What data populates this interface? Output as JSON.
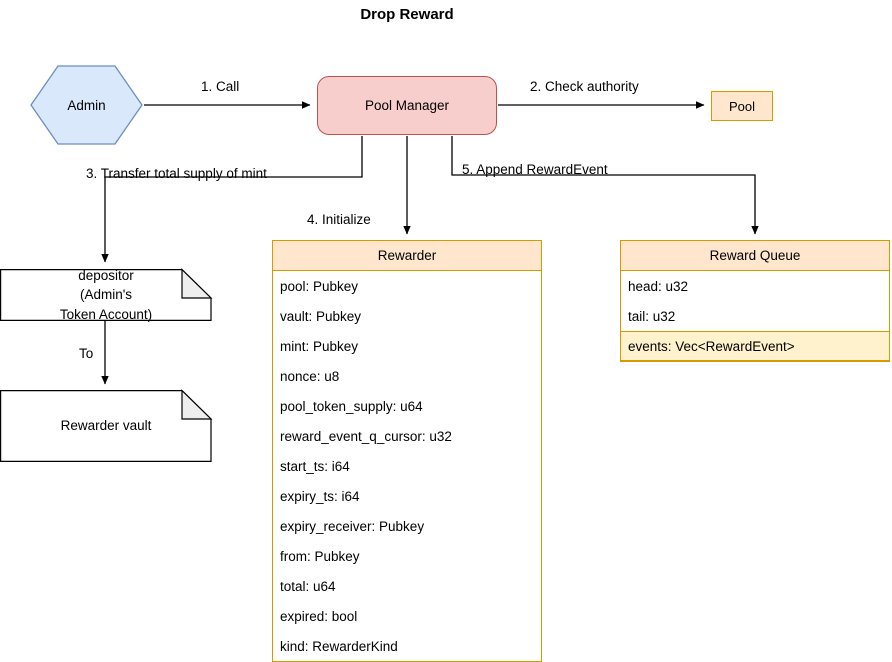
{
  "title": "Drop Reward",
  "nodes": {
    "admin": {
      "label": "Admin"
    },
    "pool_manager": {
      "label": "Pool Manager"
    },
    "pool": {
      "label": "Pool"
    },
    "depositor": {
      "line1": "depositor",
      "line2": "(Admin's",
      "line3": "Token Account)"
    },
    "rewarder_vault": {
      "label": "Rewarder vault"
    }
  },
  "edges": {
    "e1": {
      "label": "1. Call"
    },
    "e2": {
      "label": "2. Check authority"
    },
    "e3": {
      "label": "3. Transfer total supply of mint"
    },
    "e4": {
      "label": "4. Initialize"
    },
    "e5": {
      "label": "5. Append RewardEvent"
    },
    "e6": {
      "label": "To"
    }
  },
  "rewarder_table": {
    "header": "Rewarder",
    "rows": [
      "pool: Pubkey",
      "vault: Pubkey",
      "mint: Pubkey",
      "nonce: u8",
      "pool_token_supply: u64",
      "reward_event_q_cursor: u32",
      "start_ts: i64",
      "expiry_ts: i64",
      "expiry_receiver: Pubkey",
      "from: Pubkey",
      "total: u64",
      "expired: bool",
      "kind: RewarderKind"
    ]
  },
  "reward_queue_table": {
    "header": "Reward Queue",
    "rows": [
      {
        "text": "head: u32",
        "highlight": false
      },
      {
        "text": "tail: u32",
        "highlight": false
      },
      {
        "text": "events: Vec<RewardEvent>",
        "highlight": true
      }
    ]
  },
  "colors": {
    "admin_fill": "#dae8fc",
    "admin_stroke": "#6c8ebf",
    "pool_manager_fill": "#f8cecc",
    "pool_manager_stroke": "#b85450",
    "table_header_fill": "#ffe6cc",
    "table_stroke": "#d79b00",
    "highlight_fill": "#fff2cc",
    "edge_stroke": "#000000",
    "note_fold_fill": "#eeeeee"
  }
}
